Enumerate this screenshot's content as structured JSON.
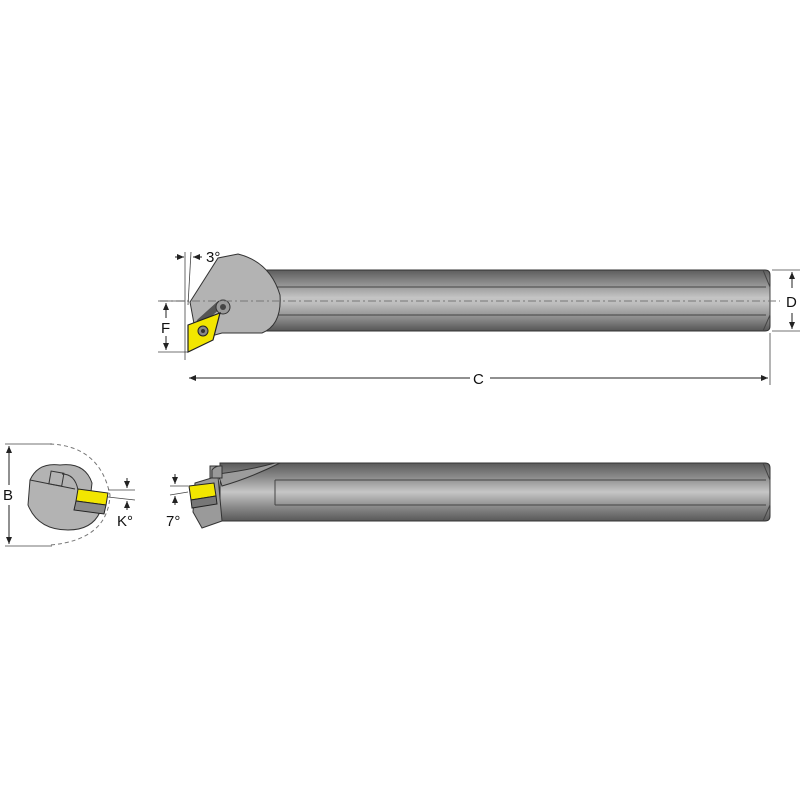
{
  "diagram": {
    "title": "Boring bar with DCMT insert",
    "views": [
      "top-view",
      "end-view",
      "side-view"
    ],
    "labels": {
      "angle_top": "3°",
      "dim_f": "F",
      "dim_d": "D",
      "dim_c": "C",
      "dim_b": "B",
      "angle_k": "K°",
      "angle_side": "7°"
    },
    "colors": {
      "insert": "#f2e600",
      "bar_dark": "#5a5a5a",
      "bar_light": "#b5b5b5",
      "head": "#b0b0b0",
      "outline": "#333333",
      "dim_line": "#222222"
    }
  }
}
